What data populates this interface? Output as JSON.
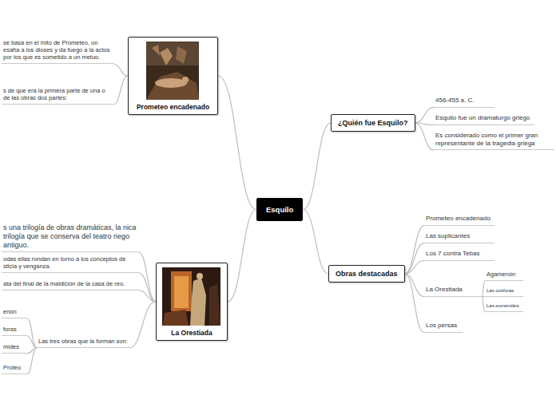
{
  "diagram": {
    "nodes": [
      {
        "text": [
          "Esquilo"
        ]
      },
      {
        "text": [
          "¿Quién fue Esquilo?"
        ]
      },
      {
        "text": [
          "456-455 a. C."
        ]
      },
      {
        "text": [
          "Esquilo fue un dramaturgo griego"
        ]
      },
      {
        "text": [
          "Es considerado como el primer gran representante de la tragedia griega"
        ]
      },
      {
        "text": [
          "Obras destacadas"
        ]
      },
      {
        "text": [
          "Prometeo encadenado"
        ]
      },
      {
        "text": [
          "Las suplicantes"
        ]
      },
      {
        "text": [
          "Los 7 contra Tebas"
        ]
      },
      {
        "text": [
          "La Orestiada"
        ]
      },
      {
        "text": [
          "Agamenón"
        ]
      },
      {
        "text": [
          "Las coéforas"
        ]
      },
      {
        "text": [
          "Las euménides"
        ]
      },
      {
        "text": [
          "Los persas"
        ]
      },
      {
        "text": [
          "Prometeo encadenado"
        ]
      },
      {
        "text": [
          "se basa en el mito de Prometeo, un esafía a los dioses y da fuego a la actos por los que es sometido a un metuo."
        ]
      },
      {
        "text": [
          "s de que era la primera parte de una o de las obras dos partes:"
        ]
      },
      {
        "text": [
          "La Orestiada"
        ]
      },
      {
        "text": [
          "s una trilogía de obras dramáticas, la nica trilogía que se conserva del teatro riego antiguo."
        ]
      },
      {
        "text": [
          "odas ellas rondan en torno a los conceptos de sticia y venganza."
        ]
      },
      {
        "text": [
          "ata del final de la maldición de la casa de reo."
        ]
      },
      {
        "text": [
          "Las tres obras que la forman son:"
        ]
      },
      {
        "text": [
          "enón"
        ]
      },
      {
        "text": [
          "foras"
        ]
      },
      {
        "text": [
          "mides"
        ]
      },
      {
        "text": [
          "Proteo"
        ]
      }
    ],
    "edges": [
      {
        "from": 0,
        "to": 1,
        "arrow": "none"
      },
      {
        "from": 0,
        "to": 5,
        "arrow": "none"
      },
      {
        "from": 0,
        "to": 14,
        "arrow": "none"
      },
      {
        "from": 0,
        "to": 17,
        "arrow": "none"
      },
      {
        "from": 1,
        "to": 2,
        "arrow": "none"
      },
      {
        "from": 1,
        "to": 3,
        "arrow": "none"
      },
      {
        "from": 1,
        "to": 4,
        "arrow": "none"
      },
      {
        "from": 5,
        "to": 6,
        "arrow": "none"
      },
      {
        "from": 5,
        "to": 7,
        "arrow": "none"
      },
      {
        "from": 5,
        "to": 8,
        "arrow": "none"
      },
      {
        "from": 5,
        "to": 9,
        "arrow": "none"
      },
      {
        "from": 5,
        "to": 13,
        "arrow": "none"
      },
      {
        "from": 9,
        "to": 10,
        "arrow": "none"
      },
      {
        "from": 9,
        "to": 11,
        "arrow": "none"
      },
      {
        "from": 9,
        "to": 12,
        "arrow": "none"
      },
      {
        "from": 14,
        "to": 15,
        "arrow": "none"
      },
      {
        "from": 14,
        "to": 16,
        "arrow": "none"
      },
      {
        "from": 17,
        "to": 18,
        "arrow": "none"
      },
      {
        "from": 17,
        "to": 19,
        "arrow": "none"
      },
      {
        "from": 17,
        "to": 20,
        "arrow": "none"
      },
      {
        "from": 17,
        "to": 21,
        "arrow": "none"
      },
      {
        "from": 21,
        "to": 22,
        "arrow": "none"
      },
      {
        "from": 21,
        "to": 23,
        "arrow": "none"
      },
      {
        "from": 21,
        "to": 24,
        "arrow": "none"
      },
      {
        "from": 21,
        "to": 25,
        "arrow": "none"
      }
    ]
  }
}
